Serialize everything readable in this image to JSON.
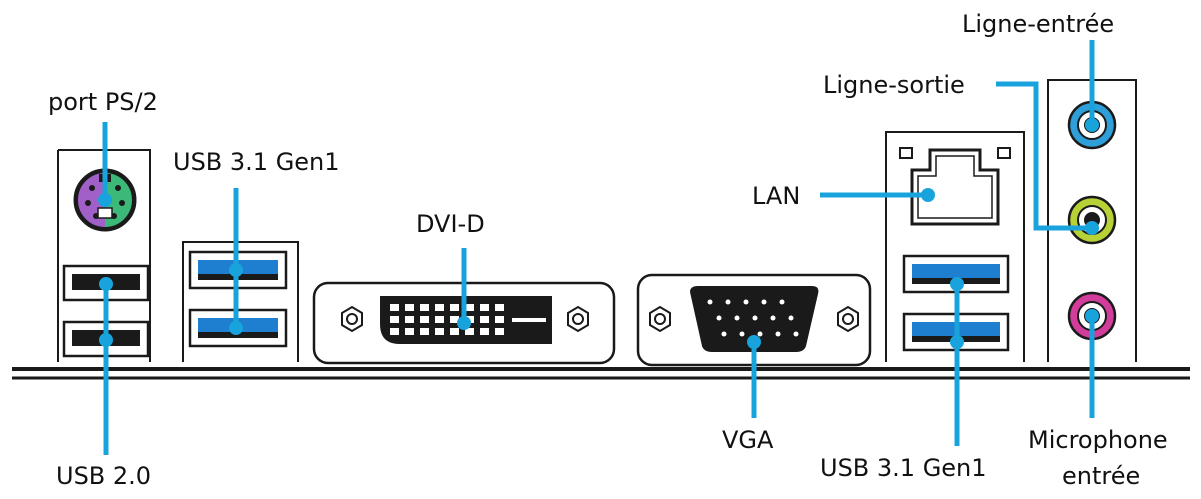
{
  "labels": {
    "ps2": "port PS/2",
    "usb31_top": "USB 3.1 Gen1",
    "dvi": "DVI-D",
    "lan": "LAN",
    "line_out": "Ligne-sortie",
    "line_in": "Ligne-entrée",
    "usb20": "USB 2.0",
    "vga": "VGA",
    "usb31_bottom": "USB 3.1 Gen1",
    "mic_line1": "Microphone",
    "mic_line2": "entrée"
  },
  "colors": {
    "leader": "#19a3dc",
    "usb3_blue": "#1e7fd0",
    "ps2_purple": "#a060c8",
    "ps2_green": "#3cb878",
    "audio_blue": "#2e9fd8",
    "audio_green": "#b6d236",
    "audio_pink": "#d23c9a",
    "connector_dark": "#1a1a1a"
  }
}
